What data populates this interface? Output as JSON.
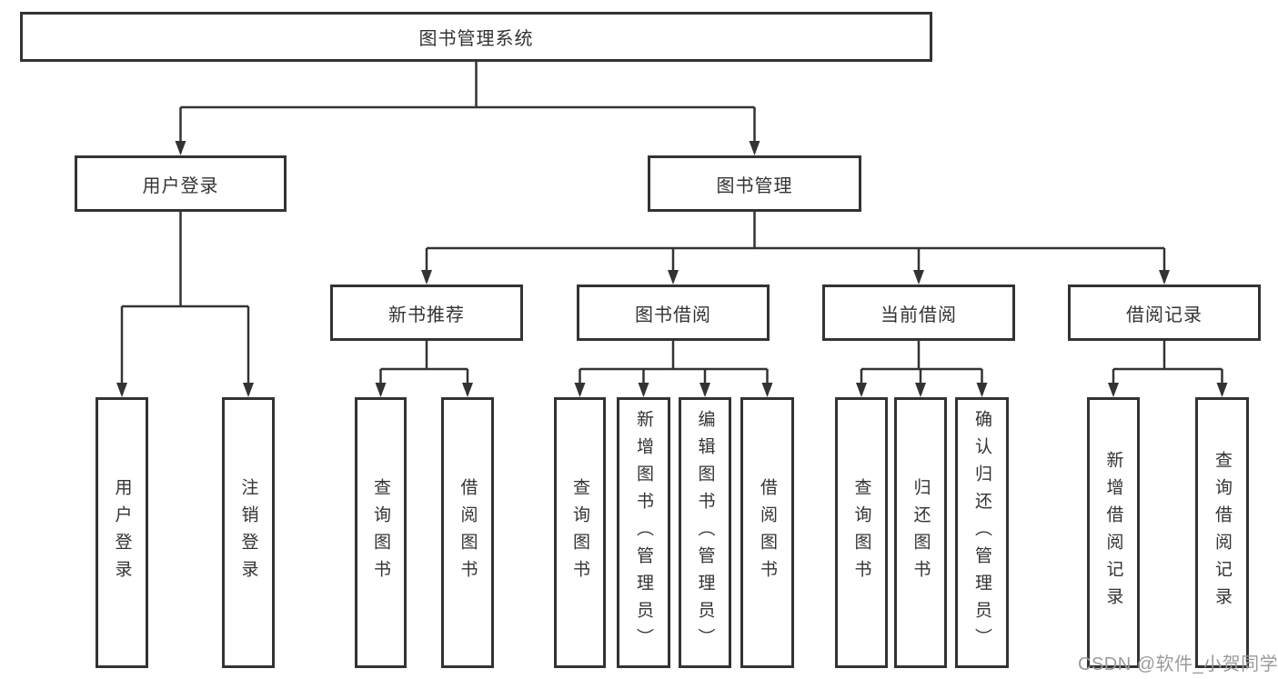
{
  "diagram": {
    "title": "图书管理系统",
    "nodes": {
      "root": {
        "label": "图书管理系统"
      },
      "user_login": {
        "label": "用户登录"
      },
      "book_mgmt": {
        "label": "图书管理"
      },
      "new_book_rec": {
        "label": "新书推荐"
      },
      "book_borrow": {
        "label": "图书借阅"
      },
      "current_borrow": {
        "label": "当前借阅"
      },
      "borrow_records": {
        "label": "借阅记录"
      },
      "leaf_user_login": {
        "label": "用户登录"
      },
      "leaf_logout": {
        "label": "注销登录"
      },
      "nb_query_books": {
        "label": "查询图书"
      },
      "nb_borrow_books": {
        "label": "借阅图书"
      },
      "bb_query_books": {
        "label": "查询图书"
      },
      "bb_add_books": {
        "label": "新增图书（管理员）"
      },
      "bb_edit_books": {
        "label": "编辑图书（管理员）"
      },
      "bb_borrow_books": {
        "label": "借阅图书"
      },
      "cb_query_books": {
        "label": "查询图书"
      },
      "cb_return_books": {
        "label": "归还图书"
      },
      "cb_confirm_return": {
        "label": "确认归还（管理员）"
      },
      "br_add_record": {
        "label": "新增借阅记录"
      },
      "br_query_record": {
        "label": "查询借阅记录"
      }
    },
    "edges": [
      {
        "from": "root",
        "to": "user_login"
      },
      {
        "from": "root",
        "to": "book_mgmt"
      },
      {
        "from": "user_login",
        "to": "leaf_user_login"
      },
      {
        "from": "user_login",
        "to": "leaf_logout"
      },
      {
        "from": "book_mgmt",
        "to": "new_book_rec"
      },
      {
        "from": "book_mgmt",
        "to": "book_borrow"
      },
      {
        "from": "book_mgmt",
        "to": "current_borrow"
      },
      {
        "from": "book_mgmt",
        "to": "borrow_records"
      },
      {
        "from": "new_book_rec",
        "to": "nb_query_books"
      },
      {
        "from": "new_book_rec",
        "to": "nb_borrow_books"
      },
      {
        "from": "book_borrow",
        "to": "bb_query_books"
      },
      {
        "from": "book_borrow",
        "to": "bb_add_books"
      },
      {
        "from": "book_borrow",
        "to": "bb_edit_books"
      },
      {
        "from": "book_borrow",
        "to": "bb_borrow_books"
      },
      {
        "from": "current_borrow",
        "to": "cb_query_books"
      },
      {
        "from": "current_borrow",
        "to": "cb_return_books"
      },
      {
        "from": "current_borrow",
        "to": "cb_confirm_return"
      },
      {
        "from": "borrow_records",
        "to": "br_add_record"
      },
      {
        "from": "borrow_records",
        "to": "br_query_record"
      }
    ],
    "colors": {
      "line": "#333333",
      "box_border": "#333333",
      "text": "#333333",
      "watermark_text": "#9a9a9a",
      "background": "#ffffff"
    }
  },
  "watermark": {
    "text": "CSDN @软件_小贺同学"
  }
}
